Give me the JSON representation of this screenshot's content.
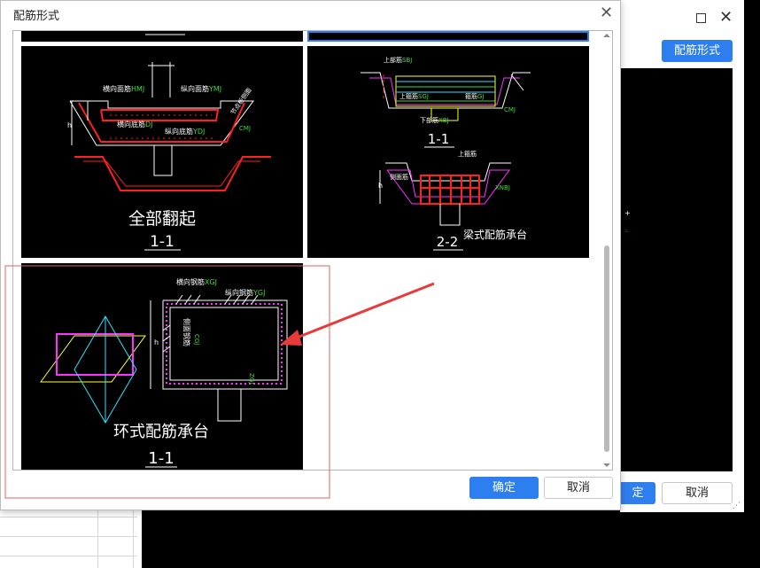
{
  "dialog": {
    "title": "配筋形式",
    "ok_label": "确定",
    "cancel_label": "取消"
  },
  "back_window": {
    "top_button_label": "配筋形式",
    "ok_label_fragment": "定",
    "cancel_label": "取消"
  },
  "tiles": [
    {
      "title": "全部翻起",
      "section": "1-1",
      "labels": {
        "transverse_top": "横向面筋",
        "transverse_top_code": "HMJ",
        "longitudinal_top": "纵向面筋",
        "longitudinal_top_code": "YMJ",
        "transverse_bottom": "横向底筋",
        "transverse_bottom_code": "DJ",
        "longitudinal_bottom": "纵向底筋",
        "longitudinal_bottom_code": "YDJ",
        "side_code": "CMJ",
        "side_text": "节点板侧面",
        "dim_h": "h"
      }
    },
    {
      "title": "梁式配筋承台",
      "section_a": "1-1",
      "section_b": "2-2",
      "labels": {
        "top": "上部筋",
        "top_code": "SBJ",
        "bottom": "下部筋",
        "bottom_code": "XBJ",
        "side": "侧面筋",
        "side_code": "CMJ",
        "hoop": "箍筋",
        "hoop_code": "GJ",
        "waist": "上箍筋",
        "waist_code": "SGJ",
        "edge_code": "XNBJ",
        "dim_h": "h"
      }
    },
    {
      "title": "环式配筋承台",
      "section": "1-1",
      "labels": {
        "transverse": "横向钢筋",
        "transverse_code": "XGJ",
        "longitudinal": "纵向钢筋",
        "longitudinal_code": "YGJ",
        "side": "侧面钢筋",
        "side_code": "CGJ",
        "bottom_code": "ZGJ",
        "dim_h": "h"
      }
    }
  ],
  "colors": {
    "accent": "#2d7ff0",
    "highlight_box": "#e06060",
    "arrow": "#e83a3a",
    "cad_red": "#ff2020",
    "cad_green": "#3ddc3d",
    "cad_yellow": "#ffff33",
    "cad_magenta": "#ff33ff",
    "cad_cyan": "#33e0ff"
  }
}
